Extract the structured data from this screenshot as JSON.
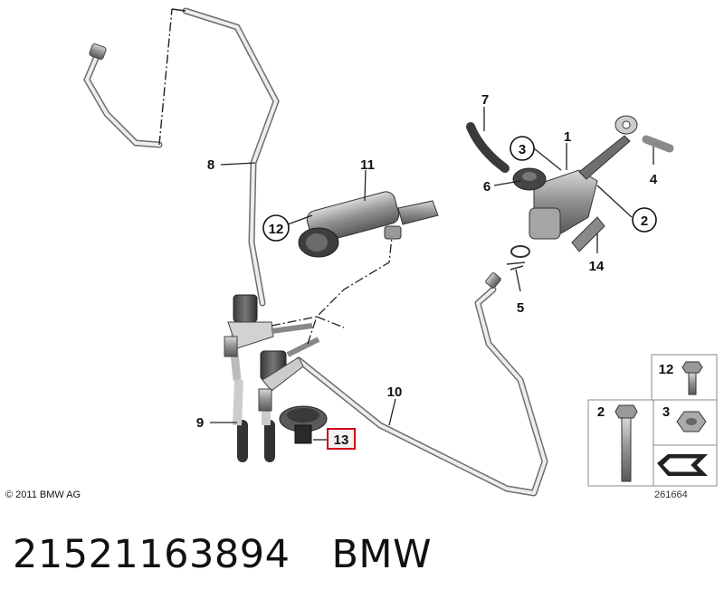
{
  "callouts": {
    "c1": "1",
    "c2": "2",
    "c3": "3",
    "c4": "4",
    "c5": "5",
    "c6": "6",
    "c7": "7",
    "c8": "8",
    "c9": "9",
    "c10": "10",
    "c11": "11",
    "c12": "12",
    "c13": "13",
    "c14": "14"
  },
  "legend": {
    "l12": "12",
    "l2": "2",
    "l3": "3"
  },
  "copyright": "© 2011 BMW AG",
  "diagram_code": "261664",
  "footer": {
    "part_number": "21521163894",
    "brand": "BMW"
  },
  "colors": {
    "highlight_border": "#d0021b",
    "line": "#333333",
    "part_fill": "#888888"
  }
}
